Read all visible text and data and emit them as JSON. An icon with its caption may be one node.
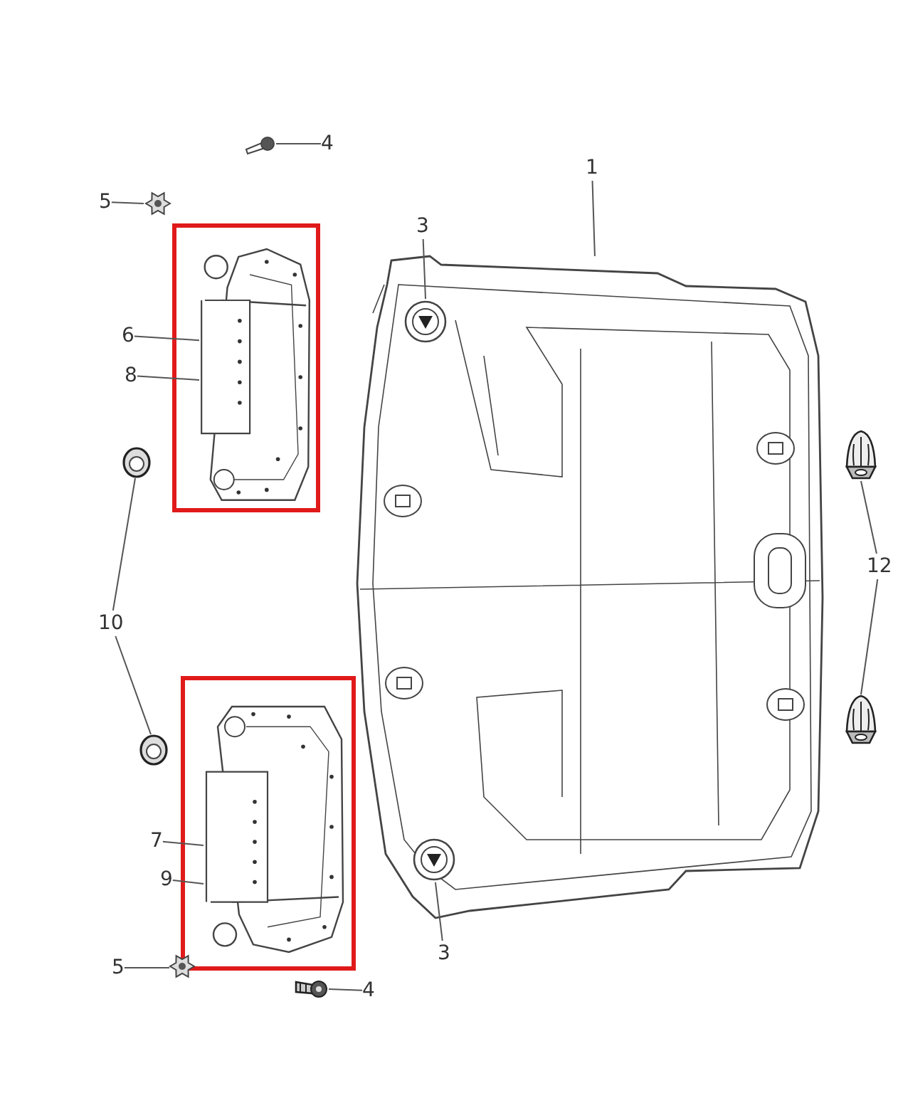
{
  "diagram": {
    "nodes": [
      {
        "text": [
          "1"
        ]
      },
      {
        "text": [
          "3"
        ]
      },
      {
        "text": [
          "4"
        ]
      },
      {
        "text": [
          "5"
        ]
      },
      {
        "text": [
          "6"
        ]
      },
      {
        "text": [
          "8"
        ]
      },
      {
        "text": [
          "10"
        ]
      },
      {
        "text": [
          "12"
        ]
      },
      {
        "text": [
          "7"
        ]
      },
      {
        "text": [
          "9"
        ]
      },
      {
        "text": [
          "5"
        ]
      },
      {
        "text": [
          "3"
        ]
      },
      {
        "text": [
          "4"
        ]
      },
      {
        "text": [],
        "shape": "picture"
      },
      {
        "text": [],
        "shape": "picture",
        "in": 13
      },
      {
        "text": [],
        "shape": "picture",
        "in": 13
      },
      {
        "text": [],
        "shape": "picture"
      },
      {
        "text": [],
        "shape": "picture"
      },
      {
        "text": [],
        "shape": "box"
      },
      {
        "text": [],
        "shape": "picture",
        "in": 18
      },
      {
        "text": [],
        "shape": "picture"
      },
      {
        "text": [],
        "shape": "picture"
      },
      {
        "text": [],
        "shape": "picture"
      },
      {
        "text": [],
        "shape": "picture"
      },
      {
        "text": [],
        "shape": "box"
      },
      {
        "text": [],
        "shape": "picture",
        "in": 24
      },
      {
        "text": [],
        "shape": "picture"
      },
      {
        "text": [],
        "shape": "picture"
      }
    ],
    "edges": [
      {
        "from": 0,
        "to": 13,
        "arrow": "none"
      },
      {
        "from": 1,
        "to": 14,
        "arrow": "none"
      },
      {
        "from": 2,
        "to": 16,
        "arrow": "none"
      },
      {
        "from": 3,
        "to": 17,
        "arrow": "none"
      },
      {
        "from": 4,
        "to": 19,
        "arrow": "none"
      },
      {
        "from": 5,
        "to": 19,
        "arrow": "none"
      },
      {
        "from": 6,
        "to": 20,
        "arrow": "none"
      },
      {
        "from": 6,
        "to": 21,
        "arrow": "none"
      },
      {
        "from": 7,
        "to": 22,
        "arrow": "none"
      },
      {
        "from": 7,
        "to": 23,
        "arrow": "none"
      },
      {
        "from": 8,
        "to": 25,
        "arrow": "none"
      },
      {
        "from": 9,
        "to": 25,
        "arrow": "none"
      },
      {
        "from": 10,
        "to": 26,
        "arrow": "none"
      },
      {
        "from": 11,
        "to": 15,
        "arrow": "none"
      },
      {
        "from": 12,
        "to": 27,
        "arrow": "none"
      }
    ]
  }
}
